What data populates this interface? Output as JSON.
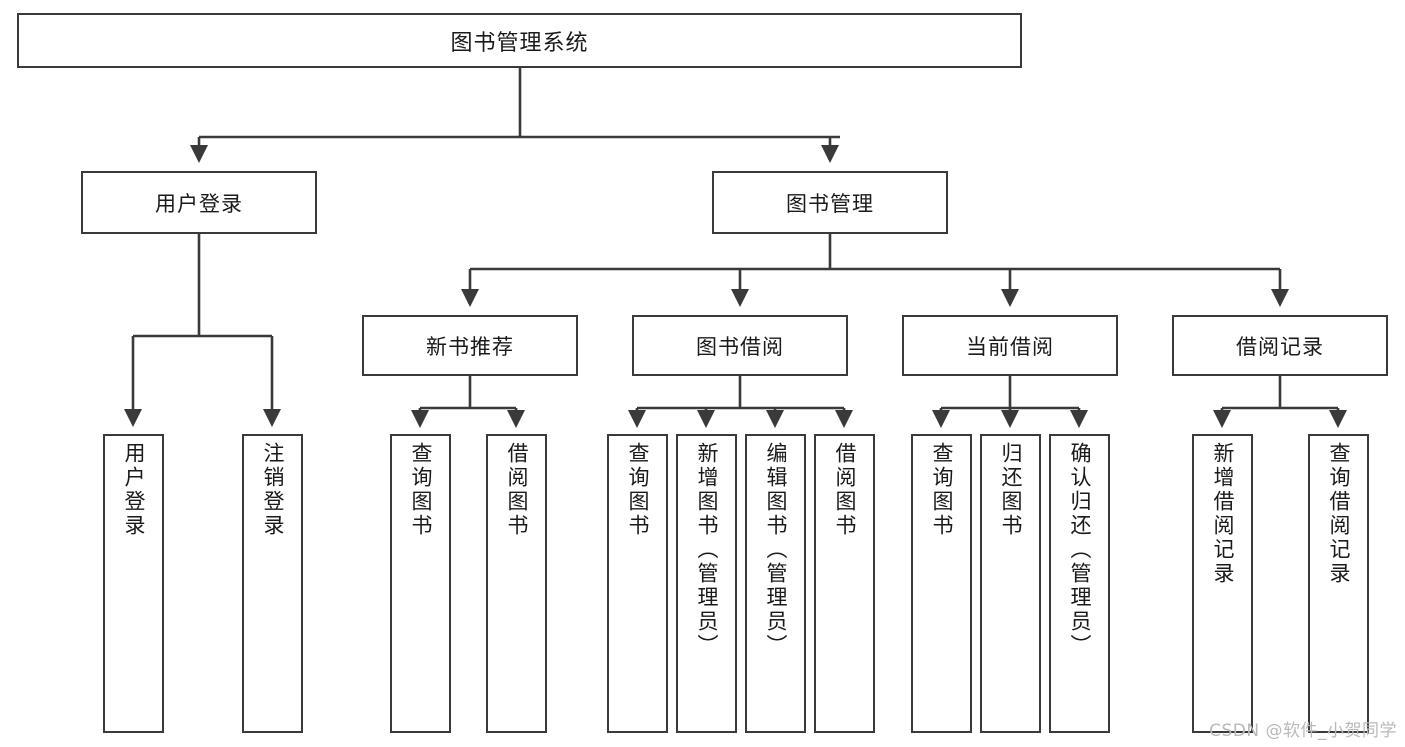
{
  "diagram": {
    "title": "图书管理系统",
    "type": "tree-hierarchy-chart",
    "watermark": "CSDN @软件_小贺同学",
    "colors": {
      "stroke": "#3a3a3a",
      "fill": "#ffffff",
      "text": "#1a1a1a",
      "watermark": "#b9b9b9"
    },
    "root": {
      "label": "图书管理系统"
    },
    "level2": [
      {
        "label": "用户登录"
      },
      {
        "label": "图书管理"
      }
    ],
    "level3": [
      {
        "label": "新书推荐"
      },
      {
        "label": "图书借阅"
      },
      {
        "label": "当前借阅"
      },
      {
        "label": "借阅记录"
      }
    ],
    "leaves": {
      "user_login": [
        {
          "label": "用户登录"
        },
        {
          "label": "注销登录"
        }
      ],
      "new_book_recommend": [
        {
          "label": "查询图书"
        },
        {
          "label": "借阅图书"
        }
      ],
      "book_borrow": [
        {
          "label": "查询图书"
        },
        {
          "label": "新增图书（管理员）"
        },
        {
          "label": "编辑图书（管理员）"
        },
        {
          "label": "借阅图书"
        }
      ],
      "current_borrow": [
        {
          "label": "查询图书"
        },
        {
          "label": "归还图书"
        },
        {
          "label": "确认归还（管理员）"
        }
      ],
      "borrow_record": [
        {
          "label": "新增借阅记录"
        },
        {
          "label": "查询借阅记录"
        }
      ]
    }
  }
}
